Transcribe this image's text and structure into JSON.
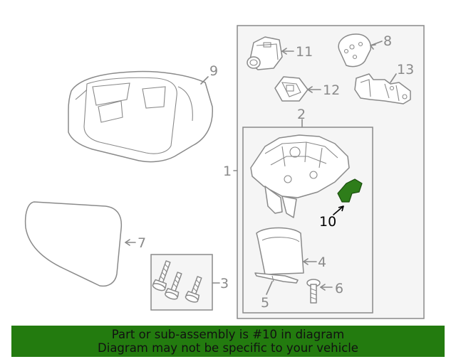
{
  "diagram": {
    "callouts": {
      "c1": "1",
      "c2": "2",
      "c3": "3",
      "c4": "4",
      "c5": "5",
      "c6": "6",
      "c7": "7",
      "c8": "8",
      "c9": "9",
      "c10": "10",
      "c11": "11",
      "c12": "12",
      "c13": "13"
    },
    "highlight_part": "10",
    "highlight_color": "#2e7d1a"
  },
  "banner": {
    "line1": "Part or sub-assembly is #10 in diagram",
    "line2": "Diagram may not be specific to your vehicle",
    "background": "#237b0f"
  }
}
